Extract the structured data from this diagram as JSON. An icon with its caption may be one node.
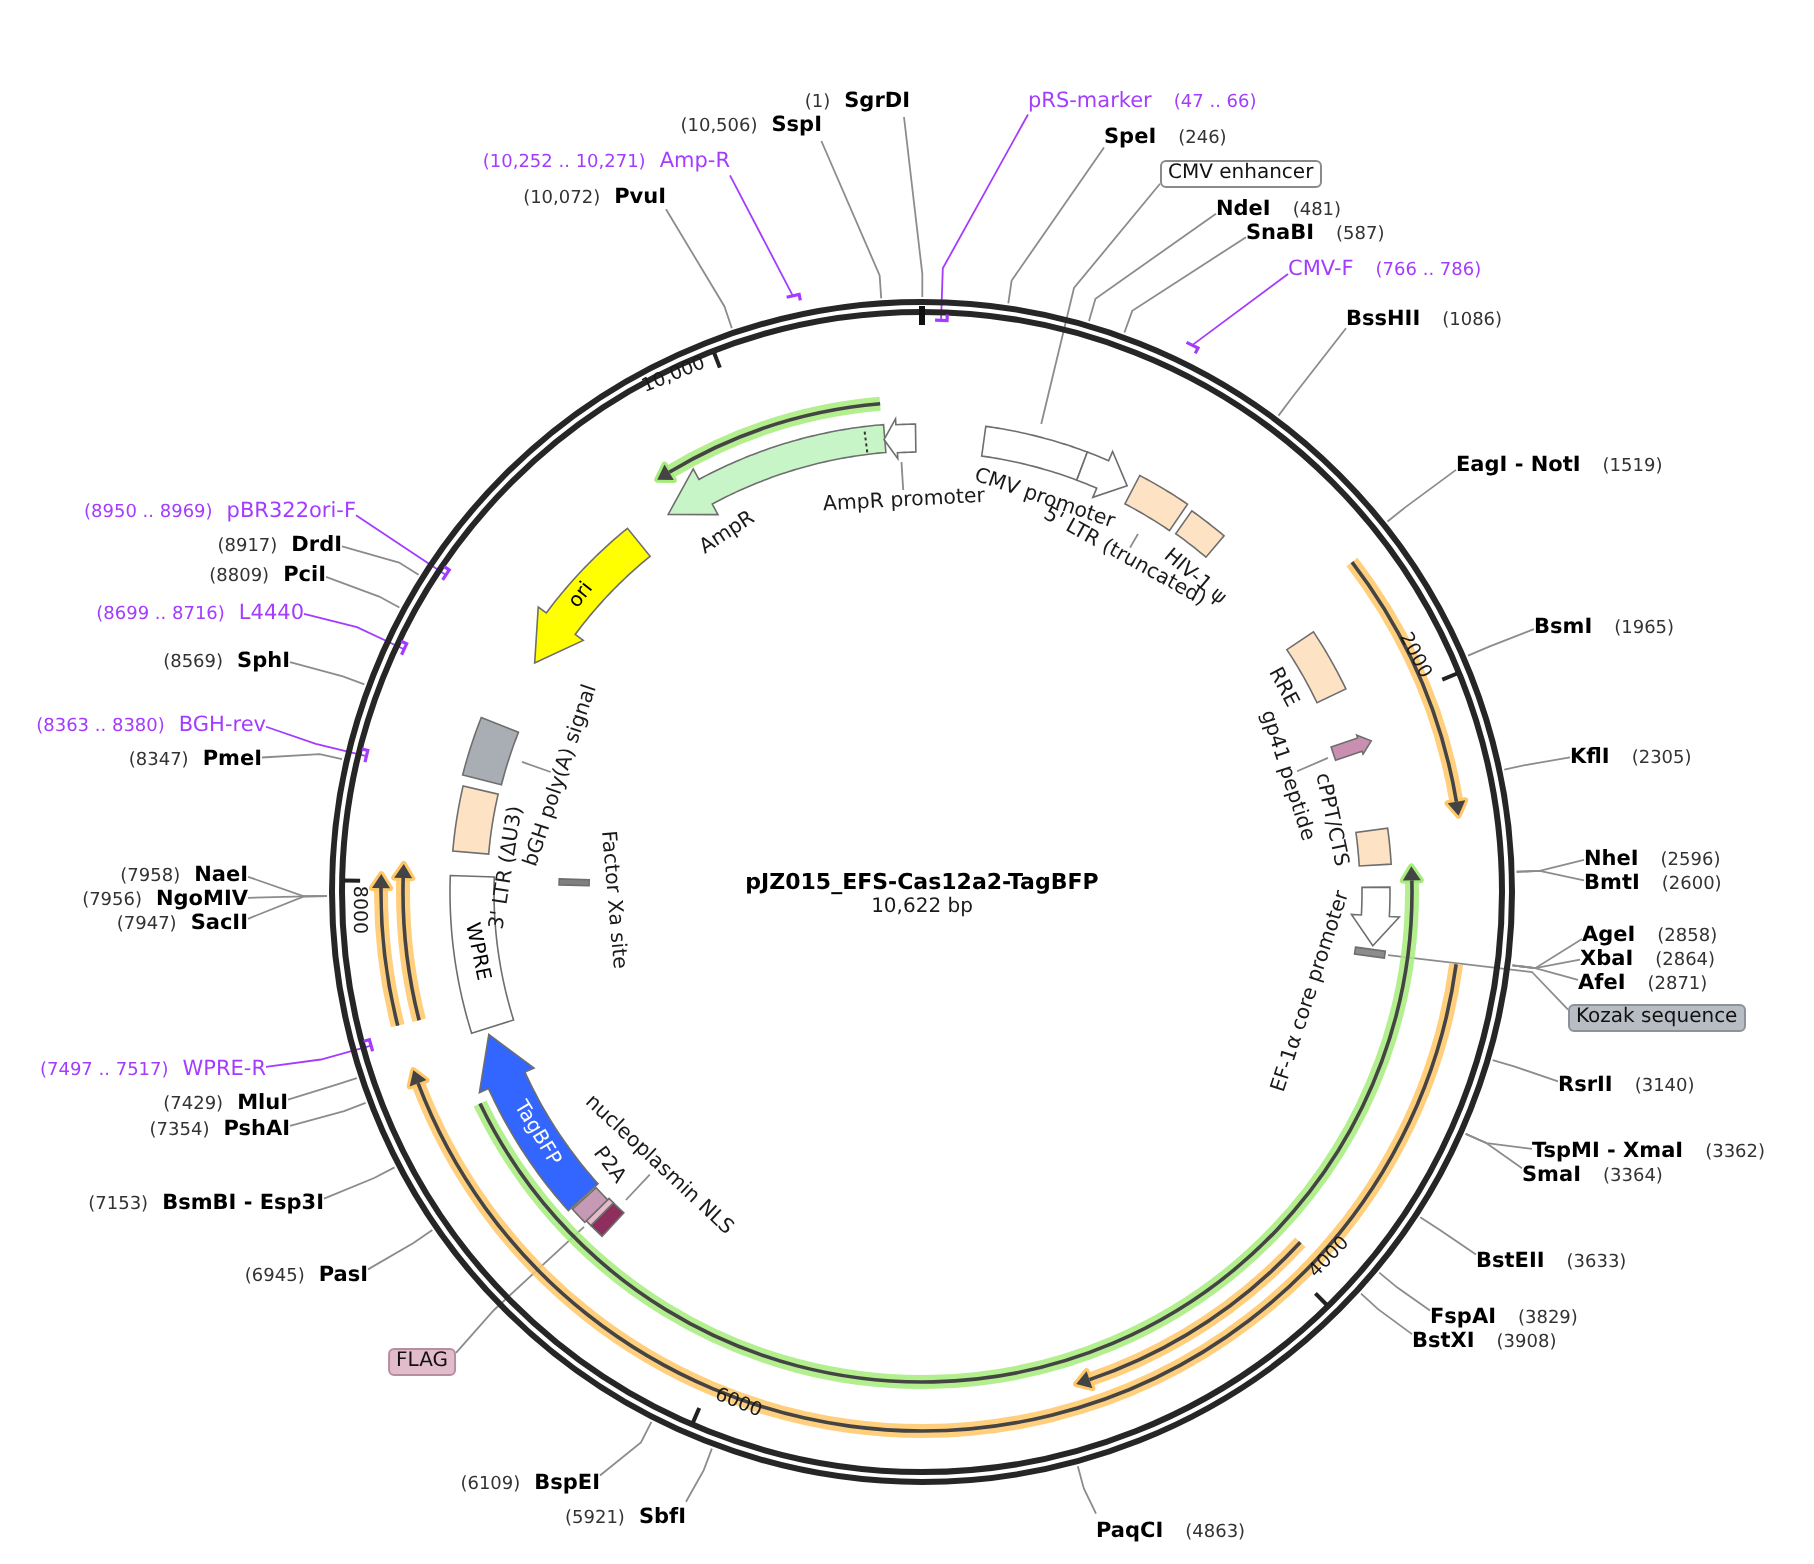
{
  "diagram": {
    "title": "pJZ015_EFS-Cas12a2-TagBFP",
    "nodes": [
      {
        "text": [
          "(1)",
          "SgrDI"
        ]
      },
      {
        "text": [
          "pRS-marker",
          "(47 .. 66)"
        ]
      },
      {
        "text": [
          "SpeI",
          "(246)"
        ]
      },
      {
        "text": [
          "CMV enhancer"
        ]
      },
      {
        "text": [
          "NdeI",
          "(481)"
        ]
      },
      {
        "text": [
          "SnaBI",
          "(587)"
        ]
      },
      {
        "text": [
          "CMV-F",
          "(766 .. 786)"
        ]
      },
      {
        "text": [
          "BssHII",
          "(1086)"
        ]
      },
      {
        "text": [
          "EagI - NotI",
          "(1519)"
        ]
      },
      {
        "text": [
          "BsmI",
          "(1965)"
        ]
      },
      {
        "text": [
          "KflI",
          "(2305)"
        ]
      },
      {
        "text": [
          "NheI",
          "(2596)"
        ]
      },
      {
        "text": [
          "BmtI",
          "(2600)"
        ]
      },
      {
        "text": [
          "AgeI",
          "(2858)"
        ]
      },
      {
        "text": [
          "XbaI",
          "(2864)"
        ]
      },
      {
        "text": [
          "AfeI",
          "(2871)"
        ]
      },
      {
        "text": [
          "Kozak sequence"
        ]
      },
      {
        "text": [
          "RsrII",
          "(3140)"
        ]
      },
      {
        "text": [
          "TspMI - XmaI",
          "(3362)"
        ]
      },
      {
        "text": [
          "SmaI",
          "(3364)"
        ]
      },
      {
        "text": [
          "BstEII",
          "(3633)"
        ]
      },
      {
        "text": [
          "FspAI",
          "(3829)"
        ]
      },
      {
        "text": [
          "BstXI",
          "(3908)"
        ]
      },
      {
        "text": [
          "PaqCI",
          "(4863)"
        ]
      },
      {
        "text": [
          "(5921)",
          "SbfI"
        ]
      },
      {
        "text": [
          "(6109)",
          "BspEI"
        ]
      },
      {
        "text": [
          "FLAG"
        ]
      },
      {
        "text": [
          "(6945)",
          "PasI"
        ]
      },
      {
        "text": [
          "(7153)",
          "BsmBI - Esp3I"
        ]
      },
      {
        "text": [
          "(7354)",
          "PshAI"
        ]
      },
      {
        "text": [
          "(7429)",
          "MluI"
        ]
      },
      {
        "text": [
          "(7497 .. 7517)",
          "WPRE-R"
        ]
      },
      {
        "text": [
          "(7947)",
          "SacII"
        ]
      },
      {
        "text": [
          "(7956)",
          "NgoMIV"
        ]
      },
      {
        "text": [
          "(7958)",
          "NaeI"
        ]
      },
      {
        "text": [
          "(8347)",
          "PmeI"
        ]
      },
      {
        "text": [
          "(8363 .. 8380)",
          "BGH-rev"
        ]
      },
      {
        "text": [
          "(8569)",
          "SphI"
        ]
      },
      {
        "text": [
          "(8699 .. 8716)",
          "L4440"
        ]
      },
      {
        "text": [
          "(8809)",
          "PciI"
        ]
      },
      {
        "text": [
          "(8917)",
          "DrdI"
        ]
      },
      {
        "text": [
          "(8950 .. 8969)",
          "pBR322ori-F"
        ]
      },
      {
        "text": [
          "(10,072)",
          "PvuI"
        ]
      },
      {
        "text": [
          "(10,252 .. 10,271)",
          "Amp-R"
        ]
      },
      {
        "text": [
          "(10,506)",
          "SspI"
        ]
      },
      {
        "text": [],
        "shape": "box"
      },
      {
        "text": [],
        "shape": "arrow",
        "beside": [
          "CMV promoter"
        ]
      },
      {
        "text": [
          "5' LTR (truncated)"
        ]
      },
      {
        "text": [],
        "shape": "box"
      },
      {
        "text": [],
        "shape": "box",
        "beside": [
          "HIV-1 ψ"
        ]
      },
      {
        "text": [],
        "shape": "box",
        "beside": [
          "RRE"
        ]
      },
      {
        "text": [
          "gp41 peptide"
        ]
      },
      {
        "text": [],
        "shape": "arrow"
      },
      {
        "text": [],
        "shape": "box",
        "beside": [
          "cPPT/CTS"
        ]
      },
      {
        "text": [],
        "shape": "arrow",
        "beside": [
          "EF-1α core promoter"
        ]
      },
      {
        "text": [],
        "shape": "bar"
      },
      {
        "text": [
          "nucleoplasmin NLS"
        ]
      },
      {
        "text": [],
        "shape": "box"
      },
      {
        "text": [],
        "shape": "bar"
      },
      {
        "text": [],
        "shape": "box",
        "beside": [
          "P2A"
        ]
      },
      {
        "text": [
          "TagBFP"
        ]
      },
      {
        "text": [
          "WPRE"
        ]
      },
      {
        "text": [],
        "shape": "bar",
        "beside": [
          "Factor Xa site"
        ]
      },
      {
        "text": [],
        "shape": "box",
        "beside": [
          "3' LTR (ΔU3)"
        ]
      },
      {
        "text": [
          "bGH poly(A) signal"
        ]
      },
      {
        "text": [],
        "shape": "box"
      },
      {
        "text": [
          "ori"
        ]
      },
      {
        "text": [],
        "shape": "arrow",
        "beside": [
          "AmpR"
        ]
      },
      {
        "text": [
          "AmpR promoter"
        ]
      },
      {
        "text": [],
        "shape": "arrow"
      }
    ],
    "edges": [
      {
        "from": 0,
        "to": null,
        "arrow": "none"
      },
      {
        "from": 1,
        "to": null,
        "arrow": "none",
        "color": "#a33cff"
      },
      {
        "from": 2,
        "to": null,
        "arrow": "none"
      },
      {
        "from": 3,
        "to": 45,
        "arrow": "none"
      },
      {
        "from": 4,
        "to": null,
        "arrow": "none"
      },
      {
        "from": 5,
        "to": null,
        "arrow": "none"
      },
      {
        "from": 6,
        "to": null,
        "arrow": "none",
        "color": "#a33cff"
      },
      {
        "from": 7,
        "to": null,
        "arrow": "none"
      },
      {
        "from": 8,
        "to": null,
        "arrow": "none"
      },
      {
        "from": 9,
        "to": null,
        "arrow": "none"
      },
      {
        "from": 10,
        "to": null,
        "arrow": "none"
      },
      {
        "from": 11,
        "to": null,
        "arrow": "none"
      },
      {
        "from": 12,
        "to": null,
        "arrow": "none"
      },
      {
        "from": 13,
        "to": null,
        "arrow": "none"
      },
      {
        "from": 14,
        "to": null,
        "arrow": "none"
      },
      {
        "from": 15,
        "to": null,
        "arrow": "none"
      },
      {
        "from": 16,
        "to": 55,
        "arrow": "none"
      },
      {
        "from": 17,
        "to": null,
        "arrow": "none"
      },
      {
        "from": 18,
        "to": null,
        "arrow": "none"
      },
      {
        "from": 19,
        "to": null,
        "arrow": "none"
      },
      {
        "from": 20,
        "to": null,
        "arrow": "none"
      },
      {
        "from": 21,
        "to": null,
        "arrow": "none"
      },
      {
        "from": 22,
        "to": null,
        "arrow": "none"
      },
      {
        "from": 23,
        "to": null,
        "arrow": "none"
      },
      {
        "from": 24,
        "to": null,
        "arrow": "none"
      },
      {
        "from": 25,
        "to": null,
        "arrow": "none"
      },
      {
        "from": 26,
        "to": 58,
        "arrow": "none"
      },
      {
        "from": 27,
        "to": null,
        "arrow": "none"
      },
      {
        "from": 28,
        "to": null,
        "arrow": "none"
      },
      {
        "from": 29,
        "to": null,
        "arrow": "none"
      },
      {
        "from": 30,
        "to": null,
        "arrow": "none"
      },
      {
        "from": 31,
        "to": null,
        "arrow": "none",
        "color": "#a33cff"
      },
      {
        "from": 32,
        "to": null,
        "arrow": "none"
      },
      {
        "from": 33,
        "to": null,
        "arrow": "none"
      },
      {
        "from": 34,
        "to": null,
        "arrow": "none"
      },
      {
        "from": 35,
        "to": null,
        "arrow": "none"
      },
      {
        "from": 36,
        "to": null,
        "arrow": "none",
        "color": "#a33cff"
      },
      {
        "from": 37,
        "to": null,
        "arrow": "none"
      },
      {
        "from": 38,
        "to": null,
        "arrow": "none",
        "color": "#a33cff"
      },
      {
        "from": 39,
        "to": null,
        "arrow": "none"
      },
      {
        "from": 40,
        "to": null,
        "arrow": "none"
      },
      {
        "from": 41,
        "to": null,
        "arrow": "none",
        "color": "#a33cff"
      },
      {
        "from": 42,
        "to": null,
        "arrow": "none"
      },
      {
        "from": 43,
        "to": null,
        "arrow": "none",
        "color": "#a33cff"
      },
      {
        "from": 44,
        "to": null,
        "arrow": "none"
      },
      {
        "from": 47,
        "to": 48,
        "arrow": "none"
      },
      {
        "from": 51,
        "to": 52,
        "arrow": "none"
      },
      {
        "from": 56,
        "to": 57,
        "arrow": "none"
      },
      {
        "from": 64,
        "to": 65,
        "arrow": "none"
      },
      {
        "from": 68,
        "to": 69,
        "arrow": "none"
      }
    ],
    "labels": [
      "10,622 bp",
      "10,000",
      "2000",
      "4000",
      "6000",
      "8000"
    ]
  }
}
